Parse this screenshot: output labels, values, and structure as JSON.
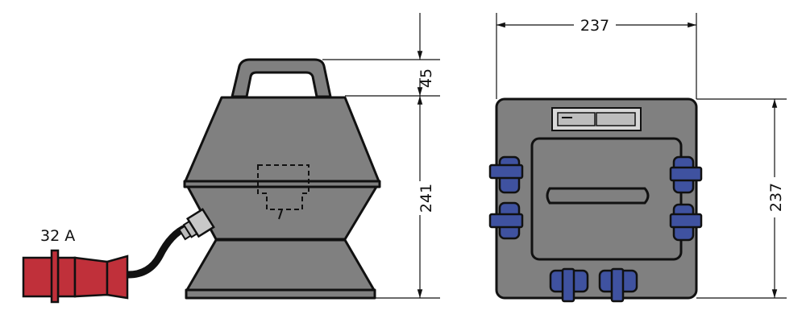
{
  "side_view": {
    "plug_label": "32 A",
    "height_handle": "45",
    "height_body": "241"
  },
  "front_view": {
    "width": "237",
    "height": "237"
  },
  "colors": {
    "housing": "#808080",
    "plug": "#c0303a",
    "sockets": "#3f52a0",
    "outline": "#111111"
  }
}
